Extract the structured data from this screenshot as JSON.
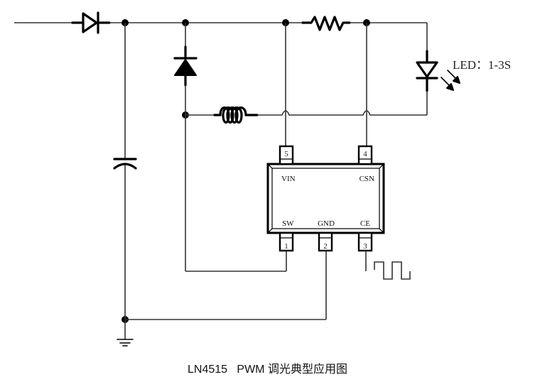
{
  "diagram": {
    "type": "circuit-schematic",
    "caption": {
      "part": "LN4515",
      "text": "PWM 调光典型应用图"
    },
    "led_label": "LED：1-3S",
    "ic": {
      "pins": [
        {
          "number": "1",
          "name": "SW"
        },
        {
          "number": "2",
          "name": "GND"
        },
        {
          "number": "3",
          "name": "CE"
        },
        {
          "number": "4",
          "name": "CSN"
        },
        {
          "number": "5",
          "name": "VIN"
        }
      ]
    },
    "components": [
      "input-diode",
      "input-capacitor",
      "freewheel-diode",
      "inductor",
      "sense-resistor",
      "led",
      "pwm-signal",
      "ground"
    ],
    "colors": {
      "line": "#333333",
      "symbol": "#000000",
      "background": "#ffffff"
    }
  }
}
